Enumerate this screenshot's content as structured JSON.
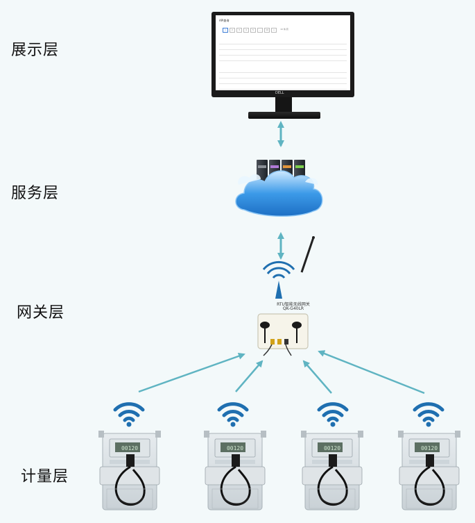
{
  "layers": {
    "display": "展示层",
    "service": "服务层",
    "gateway": "网关层",
    "metering": "计量层"
  },
  "monitor": {
    "brand": "DELL",
    "screen_title": "API查询",
    "pages": [
      "1",
      "2",
      "3",
      "4",
      "5",
      "...",
      "10",
      ">"
    ],
    "goto_label": "10 条/页"
  },
  "gateway": {
    "name": "RTU智能无线网关",
    "model": "QK-G40LR"
  },
  "meters": [
    {
      "reading": "00120"
    },
    {
      "reading": "00120"
    },
    {
      "reading": "00120"
    },
    {
      "reading": "00120"
    }
  ],
  "colors": {
    "arrow": "#5fb4c2",
    "wifi": "#1f6fb0",
    "cloud": "#2b8ad9",
    "background": "#f3f9fa"
  }
}
